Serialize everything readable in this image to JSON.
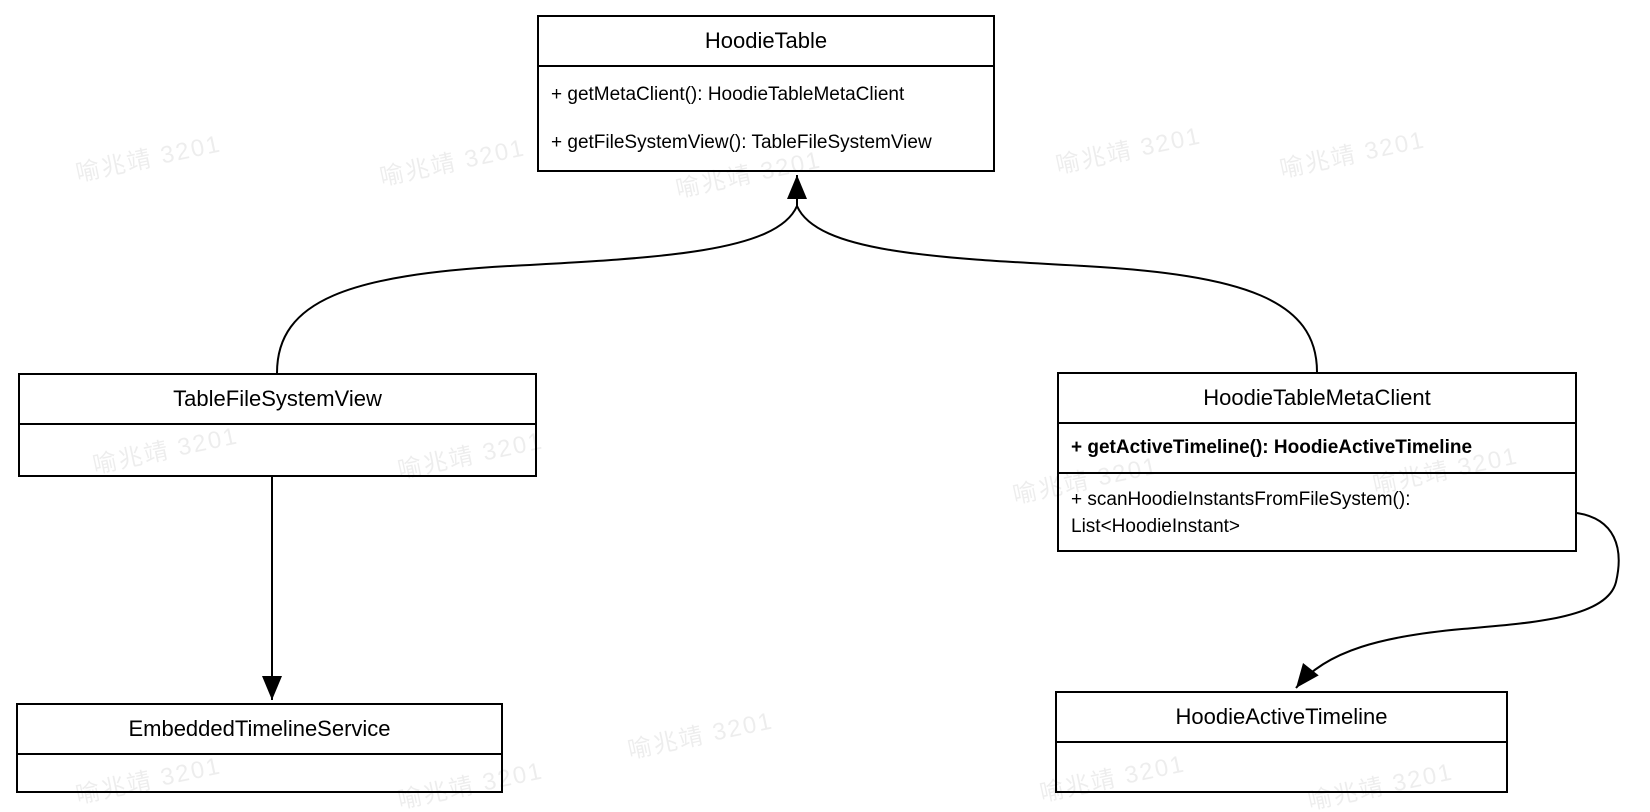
{
  "diagram": {
    "type": "uml-class-diagram",
    "background_color": "#ffffff",
    "stroke_color": "#000000",
    "watermark": {
      "text": "喻兆靖 3201",
      "color": "rgba(0,0,0,0.07)"
    },
    "classes": [
      {
        "name": "HoodieTable",
        "compartments": [
          {
            "lines": [
              "+ getMetaClient(): HoodieTableMetaClient",
              "+ getFileSystemView(): TableFileSystemView"
            ]
          }
        ]
      },
      {
        "name": "TableFileSystemView",
        "compartments": [
          {
            "lines": []
          }
        ]
      },
      {
        "name": "HoodieTableMetaClient",
        "compartments": [
          {
            "lines": [
              "+ getActiveTimeline(): HoodieActiveTimeline"
            ]
          },
          {
            "lines": [
              "+ scanHoodieInstantsFromFileSystem(): List<HoodieInstant>"
            ]
          }
        ]
      },
      {
        "name": "EmbeddedTimelineService",
        "compartments": [
          {
            "lines": []
          }
        ]
      },
      {
        "name": "HoodieActiveTimeline",
        "compartments": [
          {
            "lines": []
          }
        ]
      }
    ],
    "relations": [
      {
        "from": "TableFileSystemView",
        "to": "HoodieTable",
        "style": "curved",
        "arrowhead": "solid-triangle"
      },
      {
        "from": "HoodieTableMetaClient",
        "to": "HoodieTable",
        "style": "curved",
        "arrowhead": "solid-triangle"
      },
      {
        "from": "TableFileSystemView",
        "to": "EmbeddedTimelineService",
        "style": "straight",
        "arrowhead": "solid-triangle"
      },
      {
        "from": "HoodieTableMetaClient",
        "to": "HoodieActiveTimeline",
        "style": "curved",
        "arrowhead": "solid-triangle"
      }
    ]
  }
}
